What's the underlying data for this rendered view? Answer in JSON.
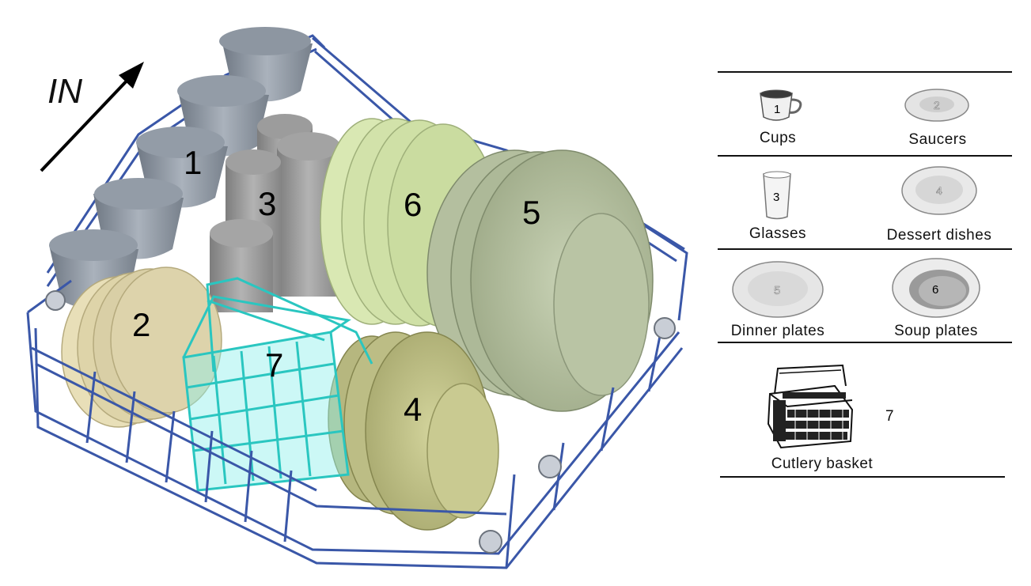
{
  "direction_label": "IN",
  "rack_numbers": {
    "cups": "1",
    "saucers": "2",
    "glasses": "3",
    "dessert_dishes": "4",
    "dinner_plates": "5",
    "soup_plates": "6",
    "cutlery_basket": "7"
  },
  "legend": {
    "cups": {
      "label": "Cups",
      "number": "1"
    },
    "saucers": {
      "label": "Saucers",
      "number": "2"
    },
    "glasses": {
      "label": "Glasses",
      "number": "3"
    },
    "dessert_dishes": {
      "label": "Dessert dishes",
      "number": "4"
    },
    "dinner_plates": {
      "label": "Dinner plates",
      "number": "5"
    },
    "soup_plates": {
      "label": "Soup plates",
      "number": "6"
    },
    "cutlery_basket": {
      "label": "Cutlery basket",
      "number": "7"
    }
  },
  "colors": {
    "rack_wire": "#3a57a8",
    "cups": "#8e97a3",
    "glasses": "#9b9b9b",
    "saucers": "#d9cfa6",
    "dessert_dishes": "#c3c48e",
    "dinner_plates": "#b6c29f",
    "soup_plates": "#cfe0a6",
    "cutlery_basket": "#3fe0d8"
  }
}
